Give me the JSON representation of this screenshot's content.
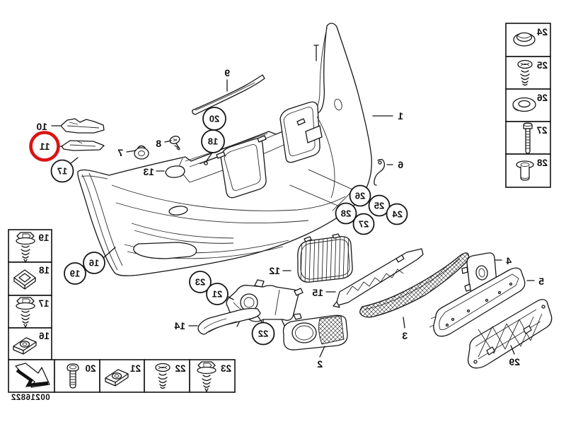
{
  "diagram": {
    "part_number": "00216822",
    "highlighted_callout": "11"
  },
  "colors": {
    "background": "#ffffff",
    "line": "#161616",
    "highlight": "#d81414"
  },
  "callouts": {
    "c1": "1",
    "c2": "2",
    "c3": "3",
    "c4": "4",
    "c5": "5",
    "c6": "6",
    "c7": "7",
    "c8": "8",
    "c9": "9",
    "c10": "10",
    "c11": "11",
    "c12": "12",
    "c13": "13",
    "c14": "14",
    "c15": "15",
    "c16": "16",
    "c17": "17",
    "c18": "18",
    "c19": "19",
    "c20": "20",
    "c21": "21",
    "c22": "22",
    "c23": "23",
    "c24": "24",
    "c25": "25",
    "c26": "26",
    "c27": "27",
    "c28": "28",
    "c29": "29"
  },
  "legend": {
    "left_column": [
      {
        "num": "19",
        "icon": "hex-flange-screw"
      },
      {
        "num": "18",
        "icon": "square-clip-nut"
      },
      {
        "num": "17",
        "icon": "hex-washer-screw"
      },
      {
        "num": "16",
        "icon": "clip-nut"
      }
    ],
    "bottom_row": [
      {
        "num": "20",
        "icon": "pan-head-screw"
      },
      {
        "num": "21",
        "icon": "clip-nut"
      },
      {
        "num": "22",
        "icon": "pan-head-screw"
      },
      {
        "num": "23",
        "icon": "hex-washer-screw"
      }
    ],
    "right_column": [
      {
        "num": "24",
        "icon": "grommet-cap"
      },
      {
        "num": "25",
        "icon": "phillips-pan-screw"
      },
      {
        "num": "26",
        "icon": "washer"
      },
      {
        "num": "27",
        "icon": "machine-bolt"
      },
      {
        "num": "28",
        "icon": "sleeve-nut"
      }
    ],
    "arrow_box_icon": "direction-arrow"
  }
}
